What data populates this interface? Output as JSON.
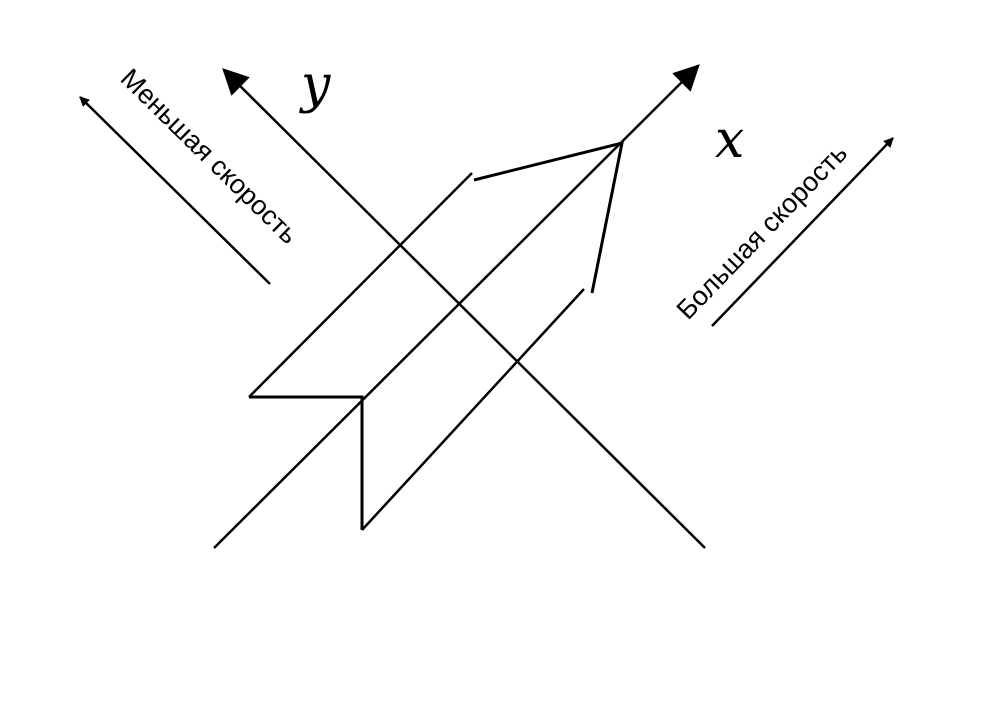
{
  "axes": {
    "x_label": "x",
    "y_label": "y"
  },
  "annotations": {
    "lower_speed": "Меньшая скорость",
    "higher_speed": "Большая скорость"
  },
  "colors": {
    "ink": "#000000",
    "background": "#ffffff"
  }
}
